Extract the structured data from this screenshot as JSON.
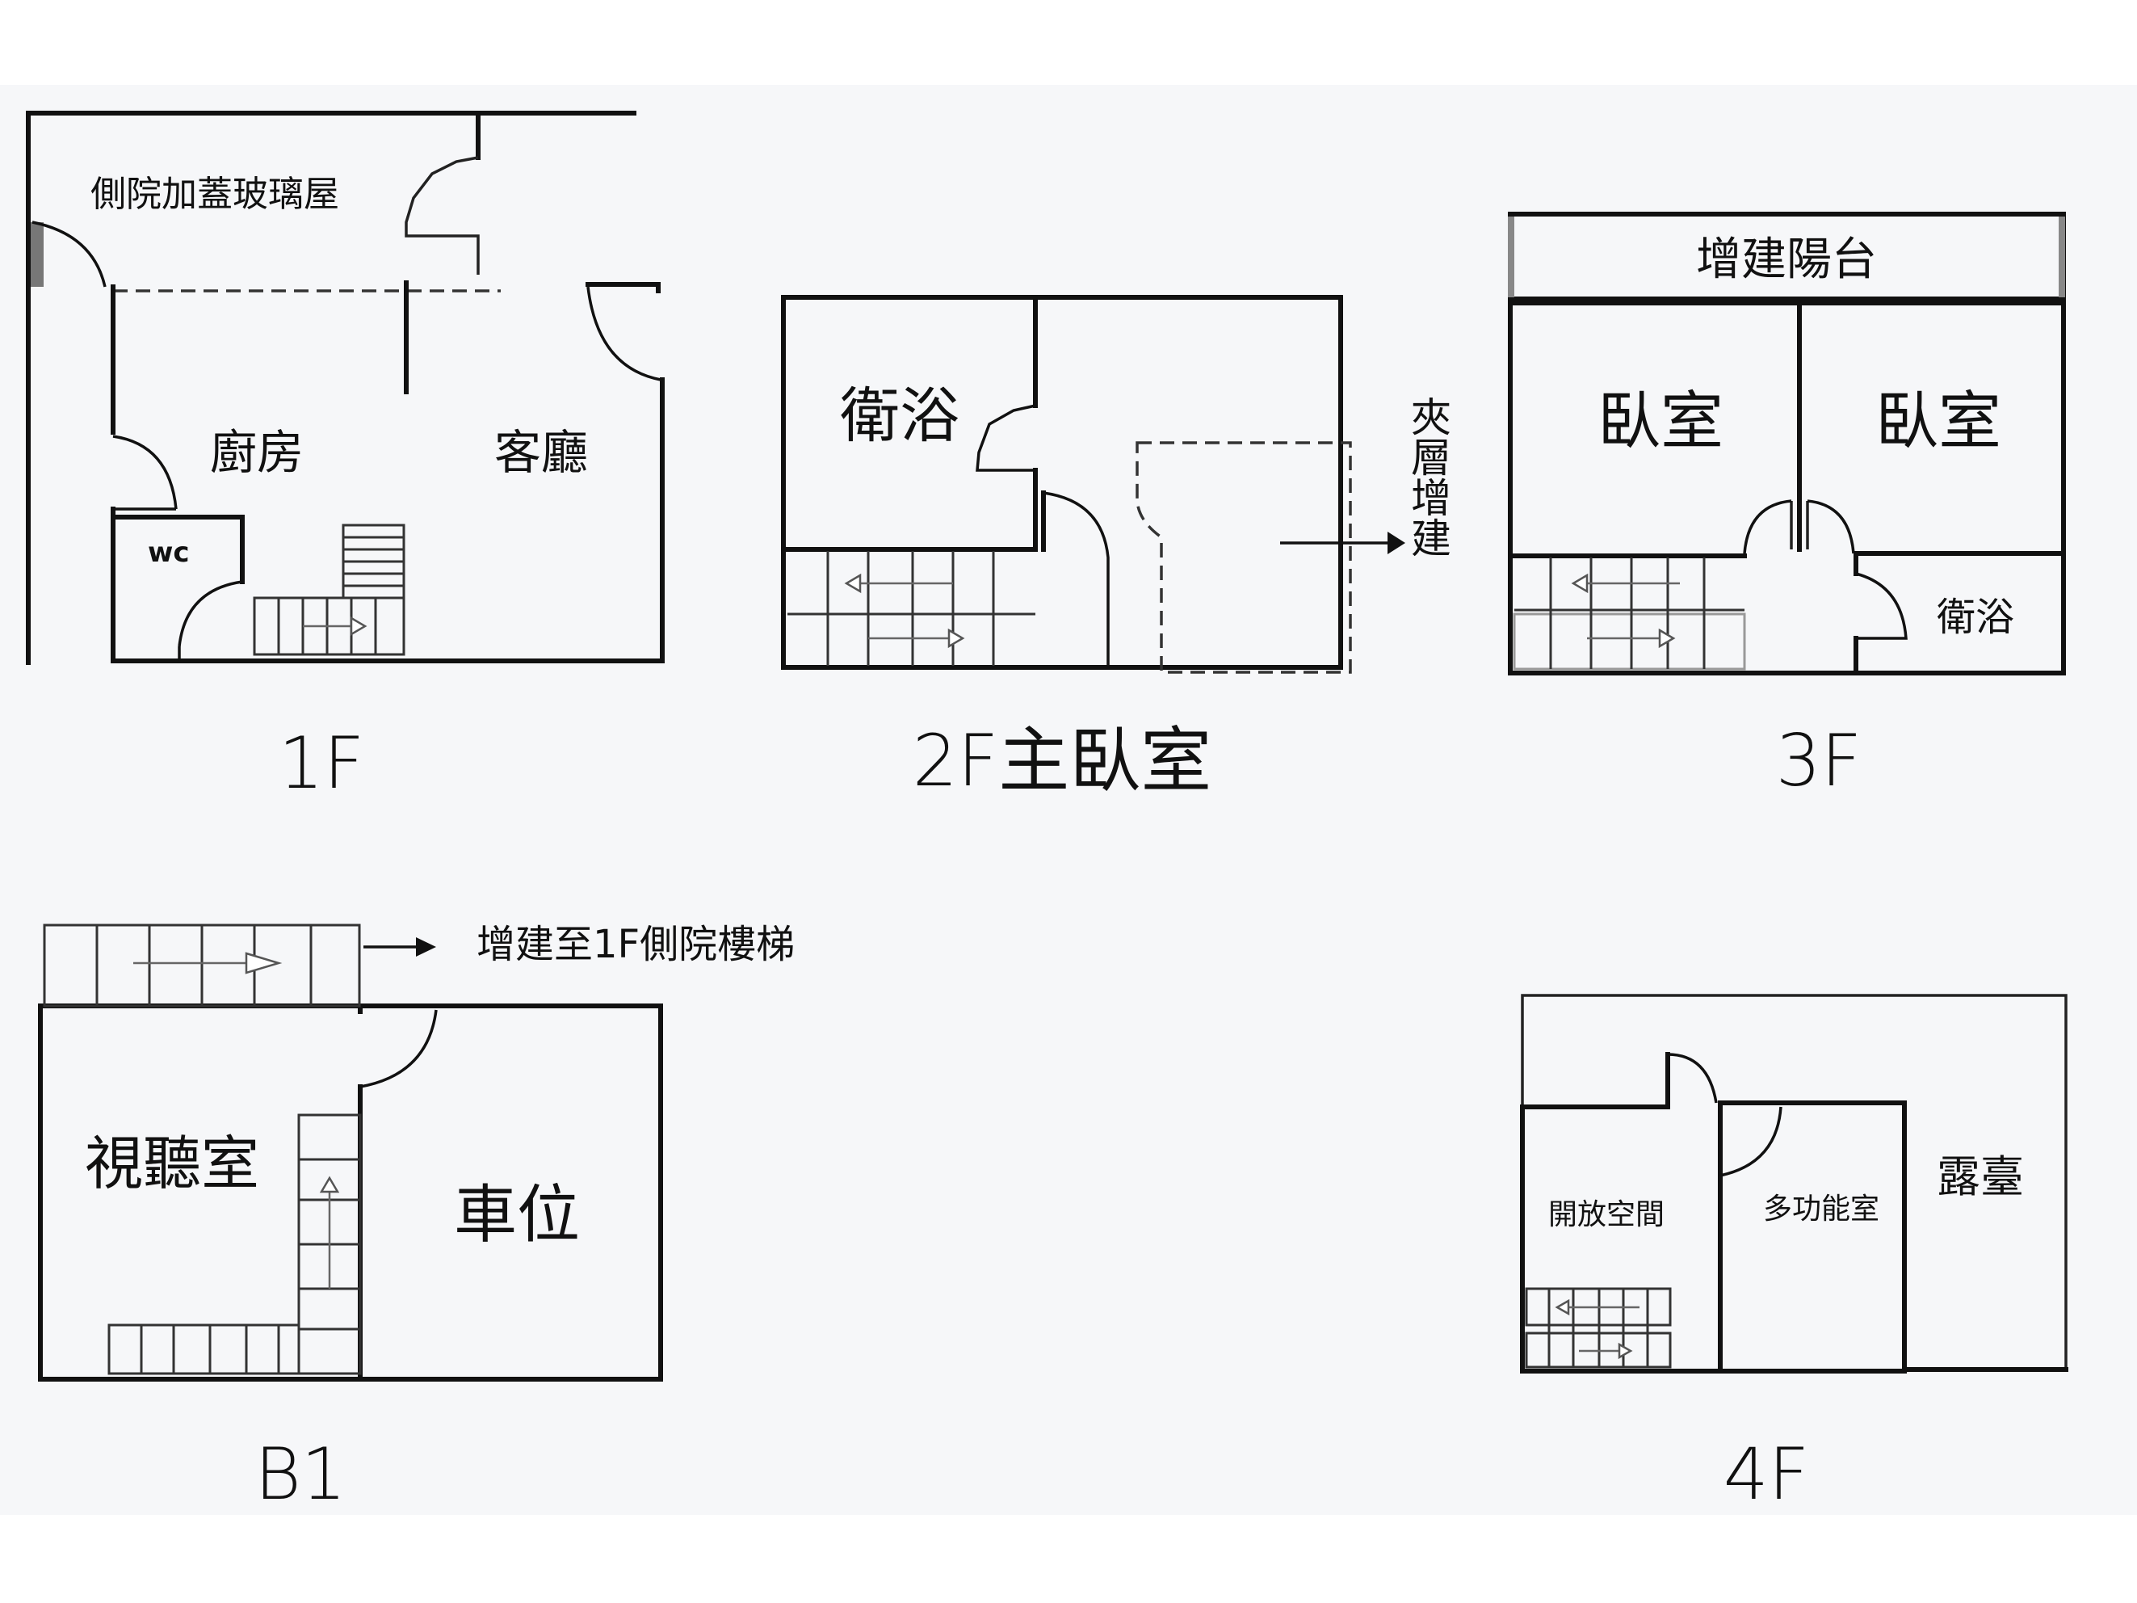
{
  "floors": {
    "f1": {
      "label": "1F",
      "rooms": {
        "side_glass_house": "側院加蓋玻璃屋",
        "kitchen": "廚房",
        "living_room": "客廳",
        "wc": "wc"
      }
    },
    "f2": {
      "label": "2F主臥室",
      "rooms": {
        "bath": "衛浴"
      },
      "note": "夾層增建"
    },
    "f3": {
      "label": "3F",
      "rooms": {
        "balcony_ext": "增建陽台",
        "bedroom_left": "臥室",
        "bedroom_right": "臥室",
        "bath": "衛浴"
      }
    },
    "b1": {
      "label": "B1",
      "rooms": {
        "theater": "視聽室",
        "parking": "車位"
      },
      "note": "增建至1F側院樓梯"
    },
    "f4": {
      "label": "4F",
      "rooms": {
        "open_space": "開放空間",
        "multi_room": "多功能室",
        "terrace": "露臺"
      }
    }
  },
  "colors": {
    "background": "#f6f7f9",
    "wall": "#111111"
  }
}
